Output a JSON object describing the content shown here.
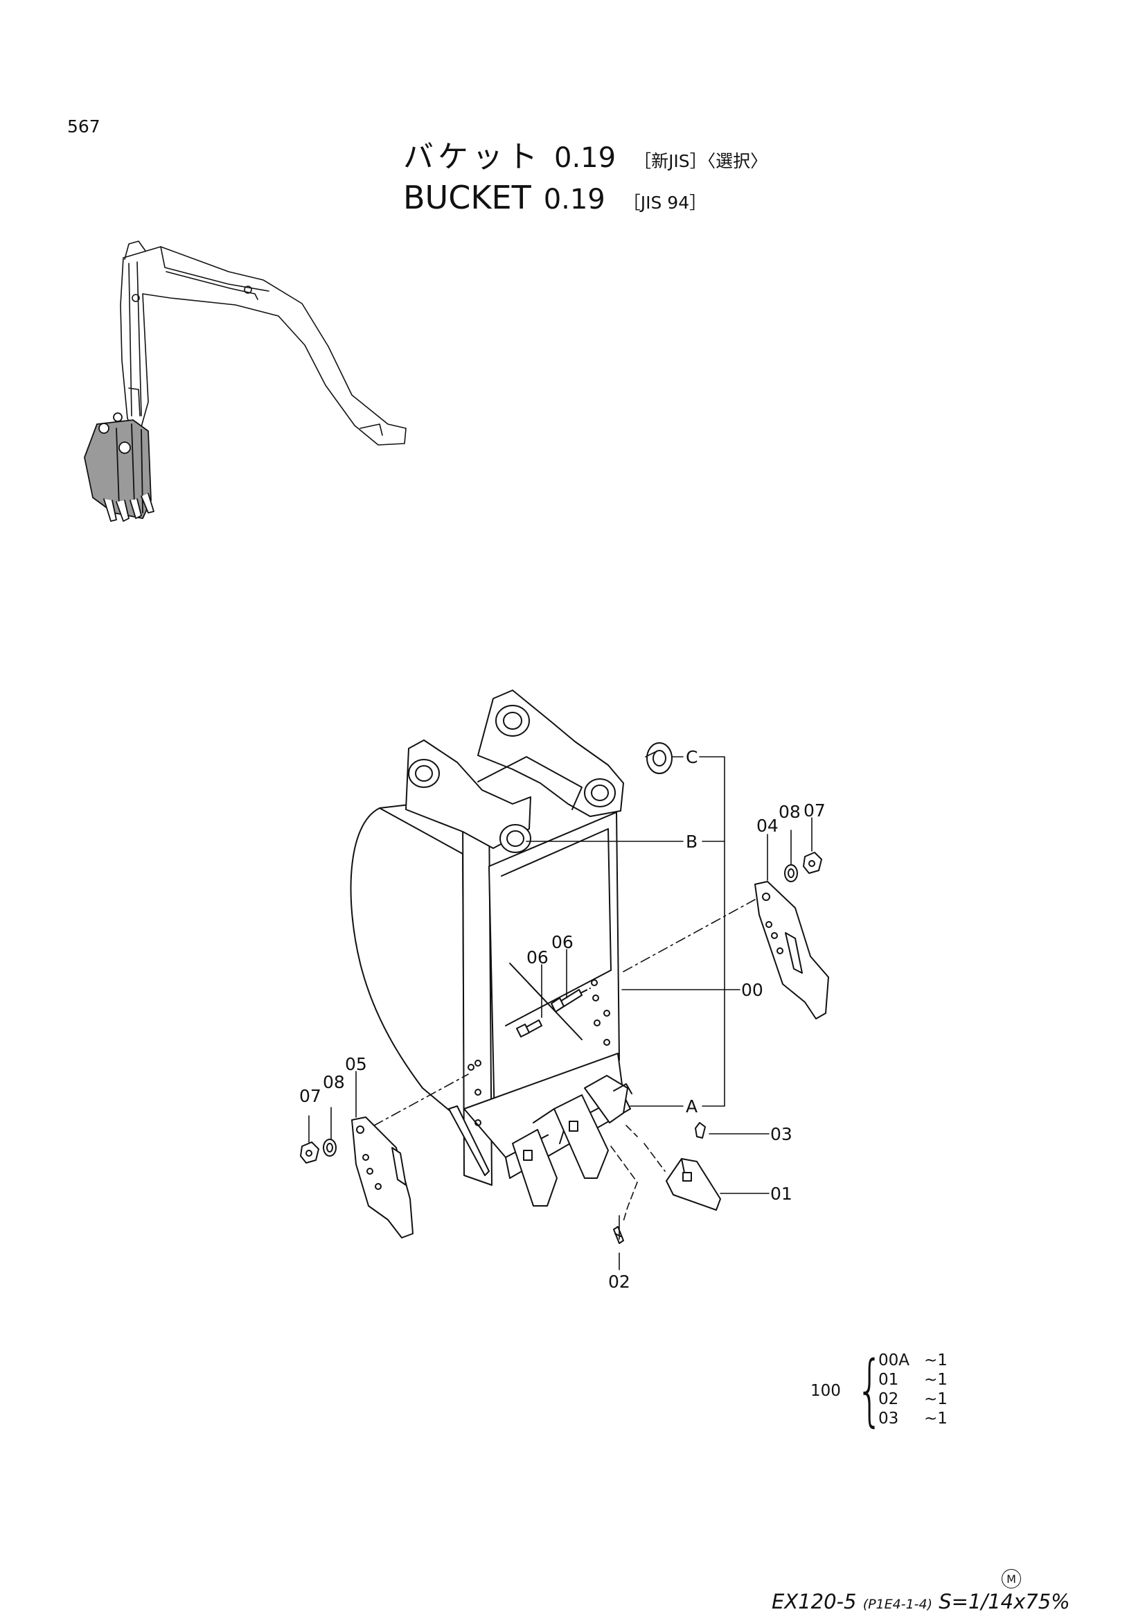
{
  "page_number": "567",
  "title": {
    "jp": "バケット",
    "en": "BUCKET",
    "size": "0.19",
    "jp_spec": "［新JIS］〈選択〉",
    "en_spec": "［JIS 94］"
  },
  "callouts": {
    "c": "C",
    "b": "B",
    "a": "A",
    "p00": "00",
    "p01": "01",
    "p02": "02",
    "p03": "03",
    "p04": "04",
    "p05": "05",
    "p06a": "06",
    "p06b": "06",
    "p07a": "07",
    "p07b": "07",
    "p08a": "08",
    "p08b": "08"
  },
  "kit": {
    "parent": "100",
    "rows": [
      {
        "code": "00A",
        "qty": "~1"
      },
      {
        "code": "01",
        "qty": "~1"
      },
      {
        "code": "02",
        "qty": "~1"
      },
      {
        "code": "03",
        "qty": "~1"
      }
    ]
  },
  "mark": "M",
  "footer": {
    "model": "EX120-5",
    "ref": "(P1E4-1-4)",
    "scale": "S=1/14x75%"
  }
}
